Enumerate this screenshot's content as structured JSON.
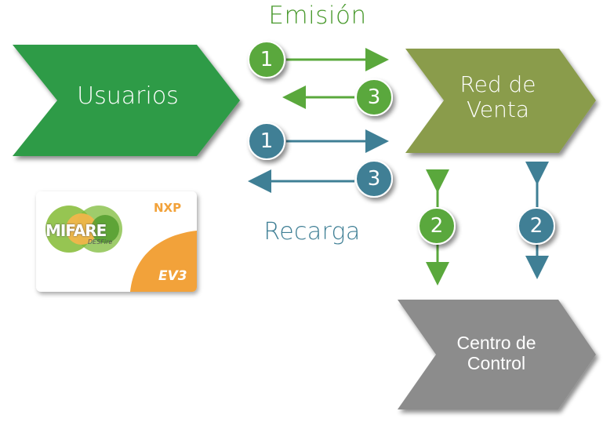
{
  "emision_label": "Emisión",
  "recarga_label": "Recarga",
  "nodes": {
    "usuarios": "Usuarios",
    "red_venta": "Red de Venta",
    "centro": "Centro de Control"
  },
  "steps": {
    "emision_request": "1",
    "emision_response": "3",
    "recarga_request": "1",
    "recarga_response": "3",
    "green_sync": "2",
    "blue_sync": "2"
  },
  "card": {
    "brand": "MIFARE",
    "subbrand": "DESFire",
    "maker": "NXP",
    "version": "EV3"
  },
  "colors": {
    "green": "#2e9b46",
    "olive": "#8a9c4c",
    "gray": "#8c8c8c",
    "teal": "#3f7f95",
    "light_green": "#5aa83c"
  }
}
